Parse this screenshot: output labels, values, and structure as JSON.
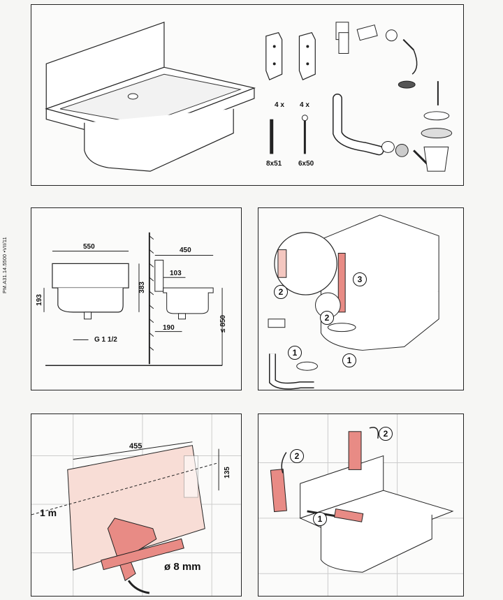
{
  "side_code": "PM.A31.14.5500 •VII/11",
  "panel_parts": {
    "screw_a_qty": "4 x",
    "screw_a_size": "8x51",
    "screw_b_qty": "4 x",
    "screw_b_size": "6x50"
  },
  "panel_dimensions": {
    "width": "550",
    "depth": "450",
    "bowl_height": "383",
    "rim_height": "193",
    "drain_offset": "103",
    "drain_back": "190",
    "mount_height": "≤ 850",
    "thread": "G 1 1/2"
  },
  "panel_drain": {
    "steps": [
      "1",
      "2",
      "3",
      "2",
      "1",
      "1"
    ]
  },
  "panel_drill": {
    "spacing": "455",
    "vertical": "135",
    "height_mark": "1 m",
    "drill_size": "ø 8 mm"
  },
  "panel_mount": {
    "steps": [
      "2",
      "2",
      "1"
    ]
  }
}
